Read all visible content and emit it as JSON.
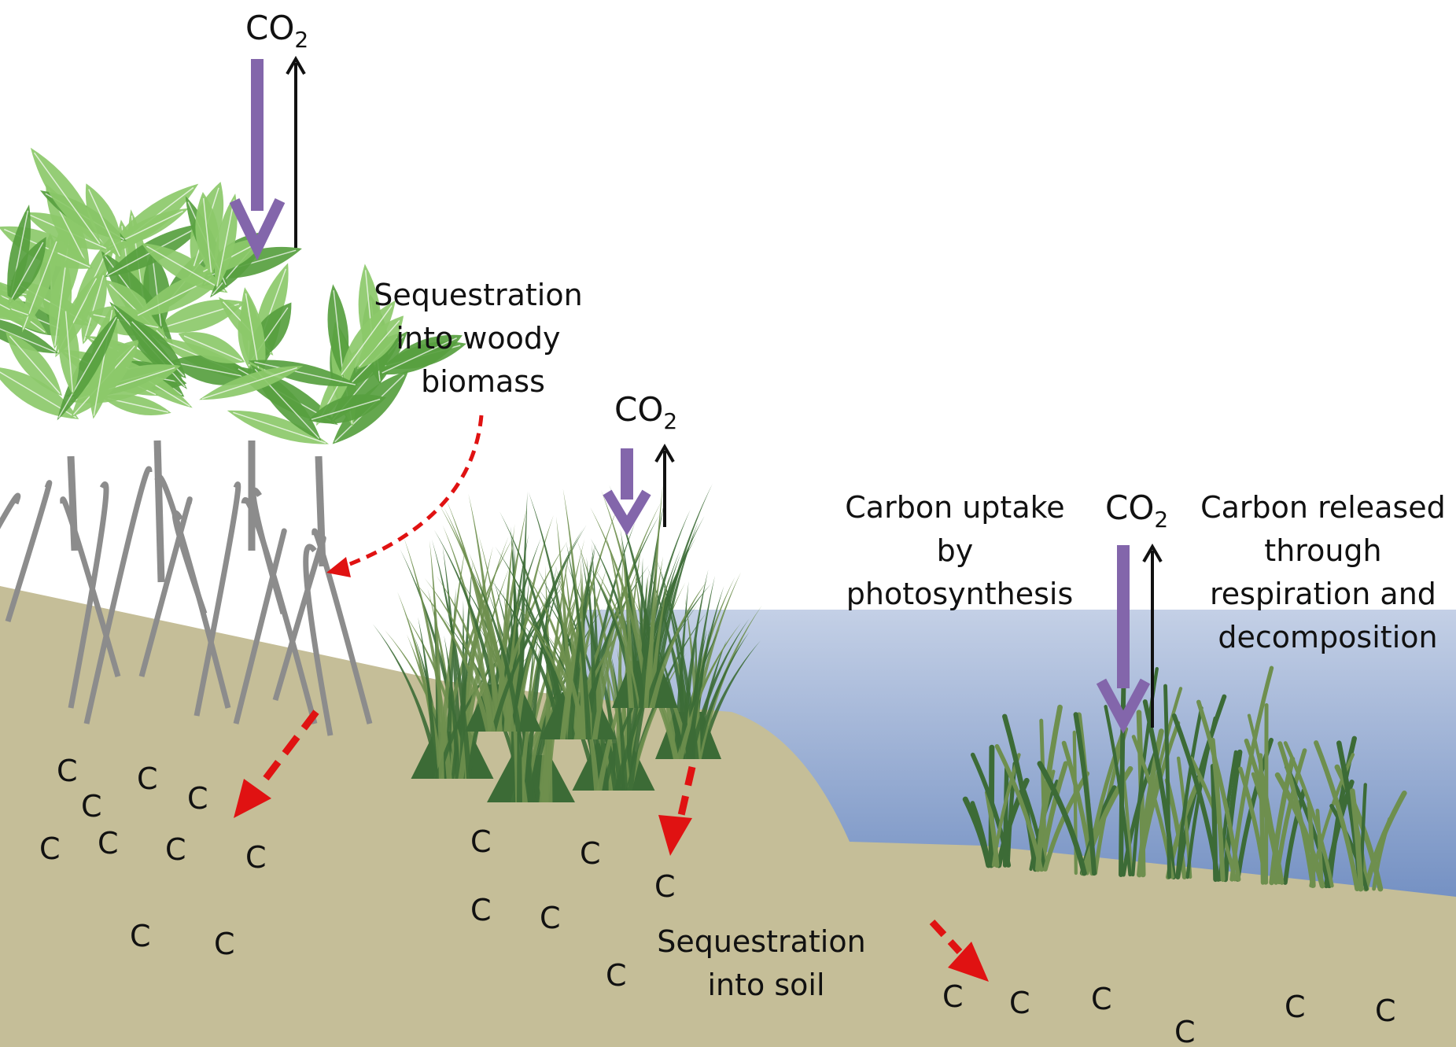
{
  "colors": {
    "sky": "#ffffff",
    "soil": "#c5be98",
    "water_top": "#c4d0e6",
    "water_bottom": "#6d8bc0",
    "uptake_arrow": "#8366ab",
    "release_arrow": "#111111",
    "sequestration_arrow": "#e01212",
    "mangrove_leaf_dark": "#57a03f",
    "mangrove_leaf_light": "#8cc96a",
    "mangrove_root": "#8c8c8c",
    "grass_dark": "#3c6b36",
    "grass_light": "#6e8f4e"
  },
  "ecosystems": {
    "mangrove": {
      "gas": {
        "main": "CO",
        "sub": "2"
      },
      "sequestration_label": [
        "Sequestration",
        "into woody",
        "biomass"
      ],
      "soil_carbon": [
        "C",
        "C",
        "C",
        "C",
        "C",
        "C",
        "C",
        "C",
        "C",
        "C"
      ]
    },
    "saltmarsh": {
      "gas": {
        "main": "CO",
        "sub": "2"
      },
      "soil_label": [
        "Sequestration",
        "into soil"
      ],
      "soil_carbon": [
        "C",
        "C",
        "C",
        "C",
        "C",
        "C"
      ]
    },
    "seagrass": {
      "gas": {
        "main": "CO",
        "sub": "2"
      },
      "uptake_label": [
        "Carbon uptake",
        "by",
        "photosynthesis"
      ],
      "release_label": [
        "Carbon released",
        "through",
        "respiration and",
        "decomposition"
      ],
      "soil_carbon": [
        "C",
        "C",
        "C",
        "C",
        "C",
        "C"
      ]
    }
  }
}
